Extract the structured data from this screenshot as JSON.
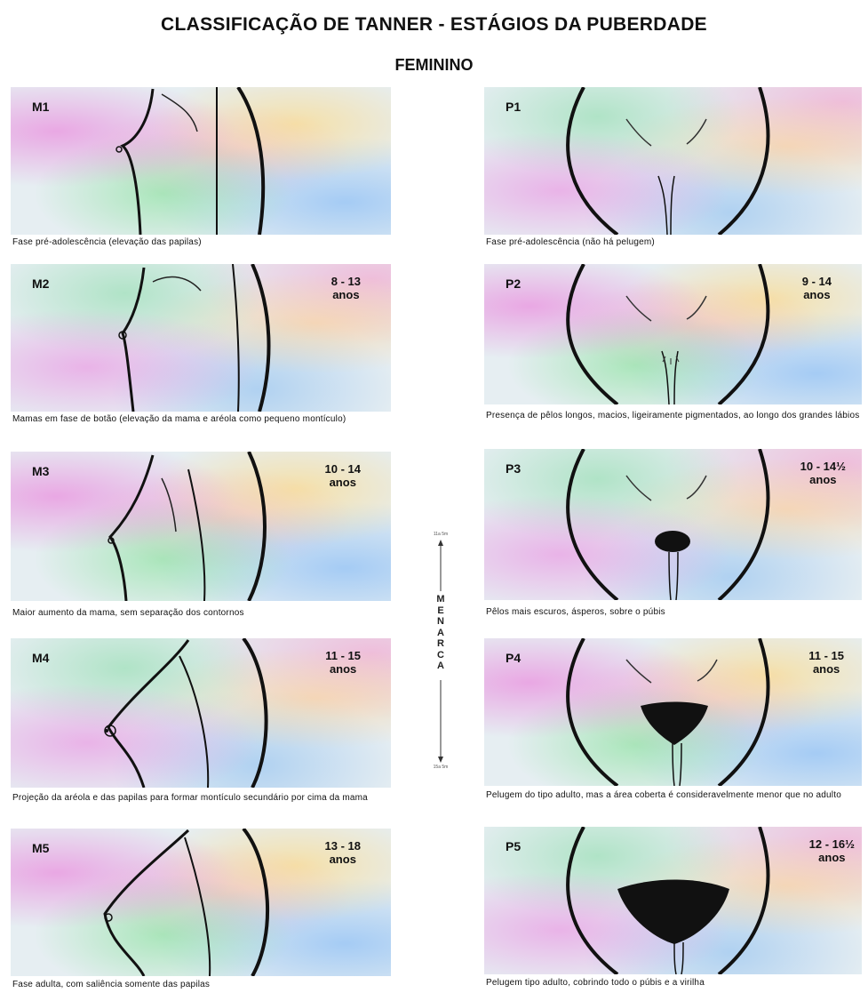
{
  "title": "CLASSIFICAÇÃO DE TANNER - ESTÁGIOS DA PUBERDADE",
  "subtitle": "FEMININO",
  "breast_stages": [
    {
      "id": "M1",
      "age_line1": "",
      "age_line2": "",
      "caption": "Fase pré-adolescência (elevação das papilas)"
    },
    {
      "id": "M2",
      "age_line1": "8 - 13",
      "age_line2": "anos",
      "caption": "Mamas em fase de botão (elevação da mama e aréola como pequeno montículo)"
    },
    {
      "id": "M3",
      "age_line1": "10 - 14",
      "age_line2": "anos",
      "caption": "Maior aumento da mama, sem separação dos contornos"
    },
    {
      "id": "M4",
      "age_line1": "11 - 15",
      "age_line2": "anos",
      "caption": "Projeção da aréola e das papilas para formar montículo secundário por cima da mama"
    },
    {
      "id": "M5",
      "age_line1": "13 - 18",
      "age_line2": "anos",
      "caption": "Fase adulta, com saliência somente das papilas"
    }
  ],
  "pubic_stages": [
    {
      "id": "P1",
      "age_line1": "",
      "age_line2": "",
      "caption": "Fase pré-adolescência (não há pelugem)"
    },
    {
      "id": "P2",
      "age_line1": "9 - 14",
      "age_line2": "anos",
      "caption": "Presença de pêlos longos, macios, ligeiramente pigmentados, ao longo dos grandes lábios"
    },
    {
      "id": "P3",
      "age_line1": "10 - 14½",
      "age_line2": "anos",
      "caption": "Pêlos mais escuros, ásperos, sobre o púbis"
    },
    {
      "id": "P4",
      "age_line1": "11 - 15",
      "age_line2": "anos",
      "caption": "Pelugem do tipo adulto, mas a área coberta é consideravelmente menor que no adulto"
    },
    {
      "id": "P5",
      "age_line1": "12 - 16½",
      "age_line2": "anos",
      "caption": "Pelugem tipo adulto, cobrindo todo o púbis e a virilha"
    }
  ],
  "menarca": {
    "letters": [
      "M",
      "E",
      "N",
      "A",
      "R",
      "C",
      "A"
    ],
    "top_label": "11a 5m",
    "bottom_label": "15a 5m"
  }
}
